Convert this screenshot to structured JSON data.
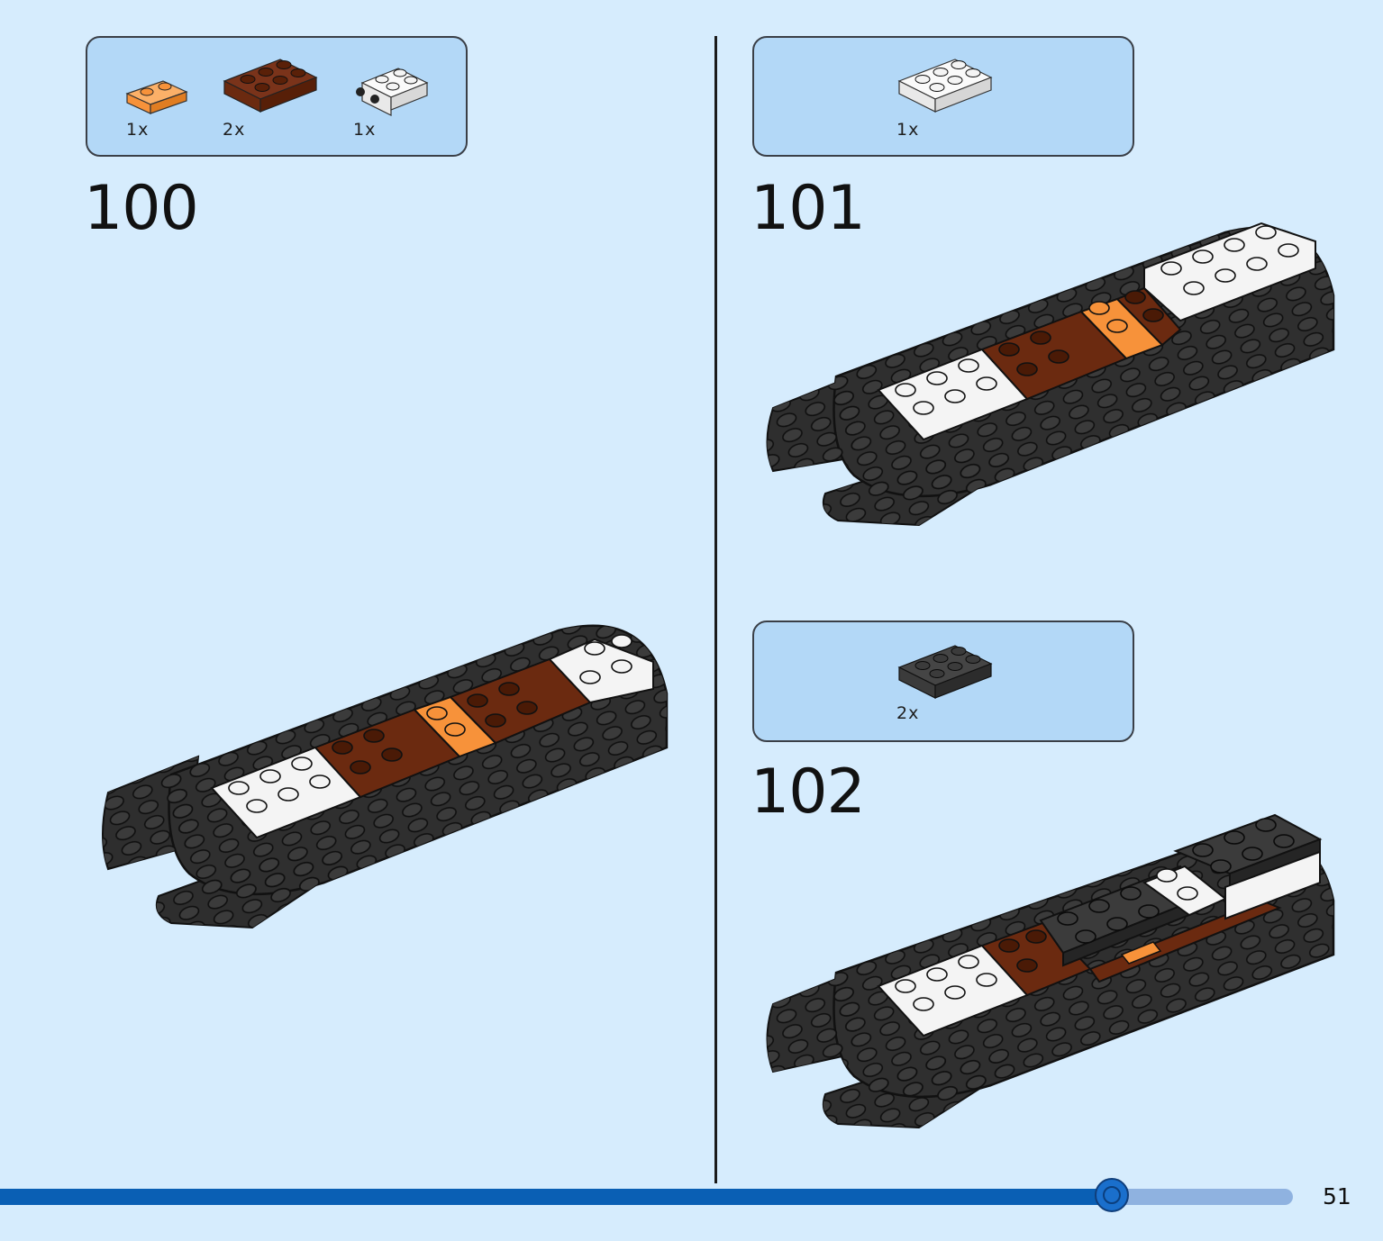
{
  "steps": [
    {
      "number": "100",
      "parts": [
        {
          "qty": "1x",
          "color": "#f7923a",
          "name": "orange 1x2 plate"
        },
        {
          "qty": "2x",
          "color": "#6b2a10",
          "name": "brown 2x3 plate"
        },
        {
          "qty": "1x",
          "color": "#f4f4f4",
          "name": "white 2x2 bracket plate"
        }
      ]
    },
    {
      "number": "101",
      "parts": [
        {
          "qty": "1x",
          "color": "#f4f4f4",
          "name": "white 2x3 plate"
        }
      ]
    },
    {
      "number": "102",
      "parts": [
        {
          "qty": "2x",
          "color": "#3b3b3b",
          "name": "dark gray 2x3 plate"
        }
      ]
    }
  ],
  "progress": {
    "fraction": 0.86
  },
  "page_number": "51",
  "colors": {
    "background": "#d6ecfd",
    "parts_box": "#b3d8f7",
    "dark_gray": "#3b3b3b",
    "brown": "#6b2a10",
    "orange": "#f7923a",
    "white": "#f4f4f4",
    "progress_fill": "#0a5fb4",
    "progress_rail": "#8fb2e0"
  }
}
